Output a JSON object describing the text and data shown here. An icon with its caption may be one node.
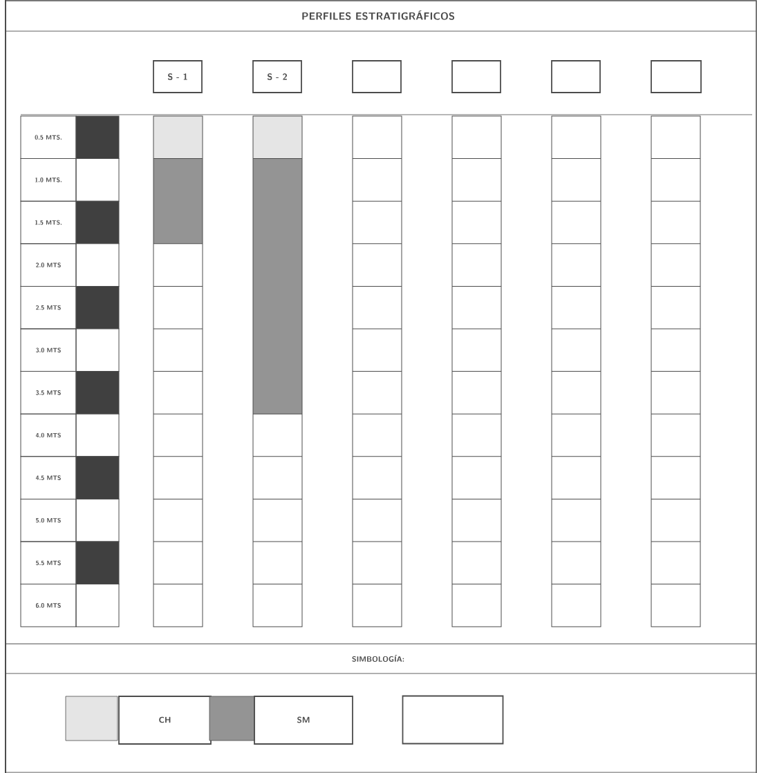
{
  "diagram": {
    "title": "PERFILES ESTRATIGRÁFICOS",
    "nodes": [
      {
        "text": [
          "S - 1"
        ]
      },
      {
        "text": [
          "S - 2"
        ]
      },
      {
        "text": [],
        "shape": "box"
      },
      {
        "text": [],
        "shape": "box"
      },
      {
        "text": [],
        "shape": "box"
      },
      {
        "text": [],
        "shape": "box"
      },
      {
        "text": [],
        "shape": "box"
      }
    ],
    "labels": [
      "0.5 MTS.",
      "1.0 MTS.",
      "1.5 MTS.",
      "2.0 MTS",
      "2.5 MTS",
      "3.0 MTS",
      "3.5 MTS",
      "4.0 MTS",
      "4.5 MTS",
      "5.0 MTS",
      "5.5 MTS",
      "6.0 MTS",
      "SIMBOLOGÍA:"
    ],
    "legend": [
      {
        "text": "CH"
      },
      {
        "text": "SM"
      }
    ]
  }
}
